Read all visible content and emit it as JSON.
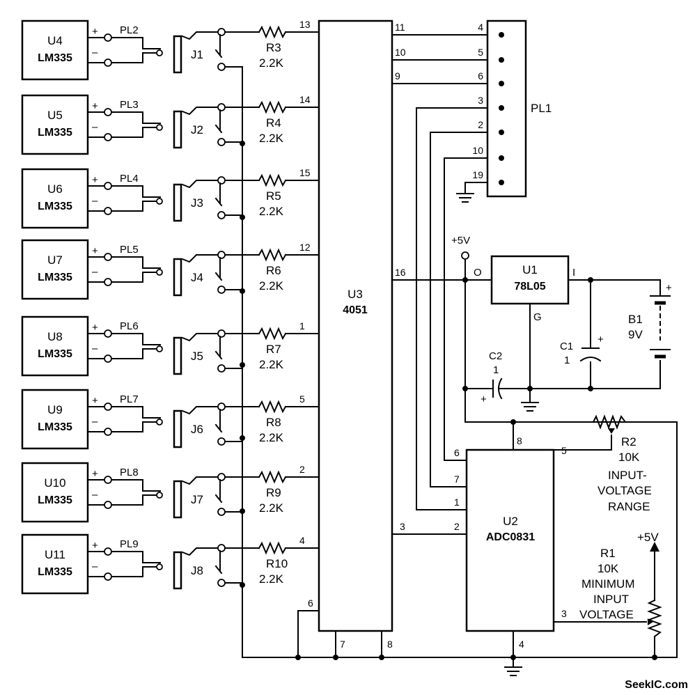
{
  "channels": [
    {
      "sensor": "U4",
      "part": "LM335",
      "plug": "PL2",
      "jack": "J1",
      "resistor": "R3",
      "value": "2.2K",
      "pin": "13",
      "plus": "+",
      "minus": "–"
    },
    {
      "sensor": "U5",
      "part": "LM335",
      "plug": "PL3",
      "jack": "J2",
      "resistor": "R4",
      "value": "2.2K",
      "pin": "14",
      "plus": "+",
      "minus": "–"
    },
    {
      "sensor": "U6",
      "part": "LM335",
      "plug": "PL4",
      "jack": "J3",
      "resistor": "R5",
      "value": "2.2K",
      "pin": "15",
      "plus": "+",
      "minus": "–"
    },
    {
      "sensor": "U7",
      "part": "LM335",
      "plug": "PL5",
      "jack": "J4",
      "resistor": "R6",
      "value": "2.2K",
      "pin": "12",
      "plus": "+",
      "minus": "–"
    },
    {
      "sensor": "U8",
      "part": "LM335",
      "plug": "PL6",
      "jack": "J5",
      "resistor": "R7",
      "value": "2.2K",
      "pin": "1",
      "plus": "+",
      "minus": "–"
    },
    {
      "sensor": "U9",
      "part": "LM335",
      "plug": "PL7",
      "jack": "J6",
      "resistor": "R8",
      "value": "2.2K",
      "pin": "5",
      "plus": "+",
      "minus": "–"
    },
    {
      "sensor": "U10",
      "part": "LM335",
      "plug": "PL8",
      "jack": "J7",
      "resistor": "R9",
      "value": "2.2K",
      "pin": "2",
      "plus": "+",
      "minus": "–"
    },
    {
      "sensor": "U11",
      "part": "LM335",
      "plug": "PL9",
      "jack": "J8",
      "resistor": "R10",
      "value": "2.2K",
      "pin": "4",
      "plus": "+",
      "minus": "–"
    }
  ],
  "u3": {
    "ref": "U3",
    "part": "4051",
    "pins_right": [
      "11",
      "10",
      "9",
      "16",
      "3"
    ],
    "pins_bottom": [
      "6",
      "7",
      "8"
    ]
  },
  "pl1": {
    "ref": "PL1",
    "pins": [
      "4",
      "5",
      "6",
      "3",
      "2",
      "10",
      "19"
    ]
  },
  "u1": {
    "ref": "U1",
    "part": "78L05",
    "pin_o": "O",
    "pin_i": "I",
    "pin_g": "G"
  },
  "supply_label": "+5V",
  "c1": {
    "ref": "C1",
    "value": "1",
    "plus": "+"
  },
  "c2": {
    "ref": "C2",
    "value": "1",
    "plus": "+"
  },
  "b1": {
    "ref": "B1",
    "value": "9V",
    "plus": "+"
  },
  "u2": {
    "ref": "U2",
    "part": "ADC0831",
    "pins": [
      "8",
      "6",
      "7",
      "1",
      "2",
      "5",
      "3",
      "4"
    ]
  },
  "r2": {
    "ref": "R2",
    "value": "10K",
    "desc1": "INPUT-",
    "desc2": "VOLTAGE",
    "desc3": "RANGE"
  },
  "r1": {
    "ref": "R1",
    "value": "10K",
    "desc1": "MINIMUM",
    "desc2": "INPUT",
    "desc3": "VOLTAGE",
    "supply": "+5V"
  },
  "footer": {
    "site": "SeekIC.com"
  }
}
